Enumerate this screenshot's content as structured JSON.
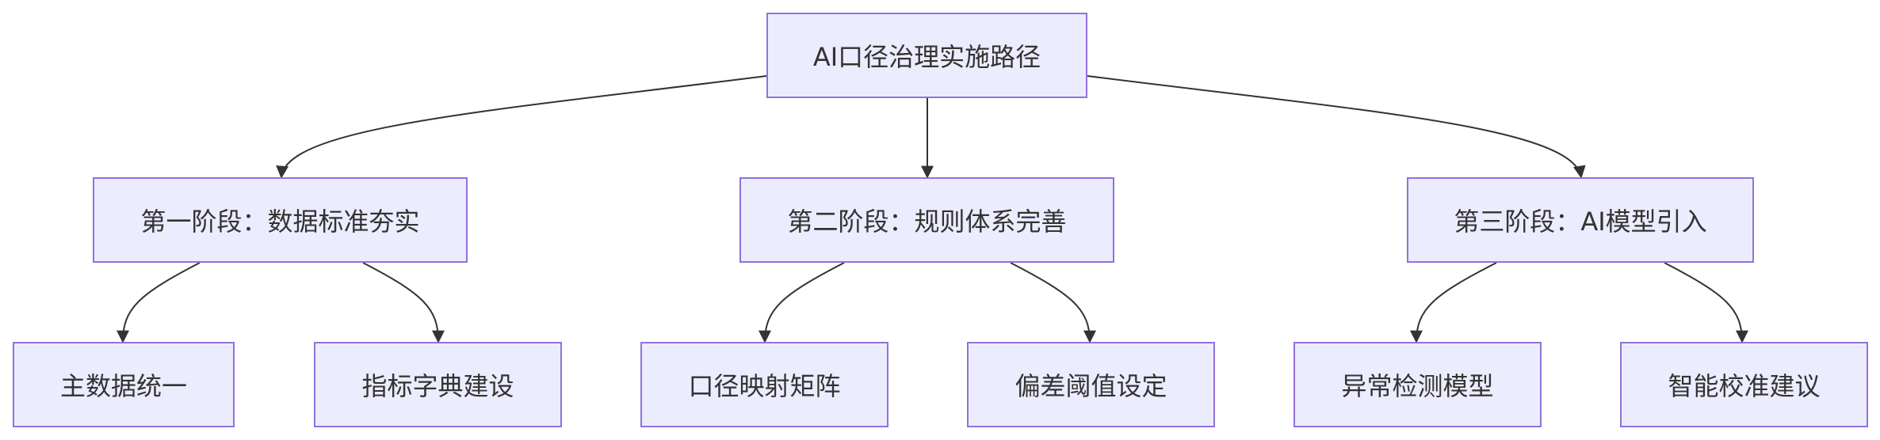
{
  "diagram": {
    "root": {
      "label": "AI口径治理实施路径"
    },
    "phases": [
      {
        "label": "第一阶段：数据标准夯实",
        "children": [
          {
            "label": "主数据统一"
          },
          {
            "label": "指标字典建设"
          }
        ]
      },
      {
        "label": "第二阶段：规则体系完善",
        "children": [
          {
            "label": "口径映射矩阵"
          },
          {
            "label": "偏差阈值设定"
          }
        ]
      },
      {
        "label": "第三阶段：AI模型引入",
        "children": [
          {
            "label": "异常检测模型"
          },
          {
            "label": "智能校准建议"
          }
        ]
      }
    ]
  },
  "colors": {
    "node_fill": "#ECECFF",
    "node_border": "#9370DB",
    "edge": "#333333",
    "text": "#333333"
  }
}
